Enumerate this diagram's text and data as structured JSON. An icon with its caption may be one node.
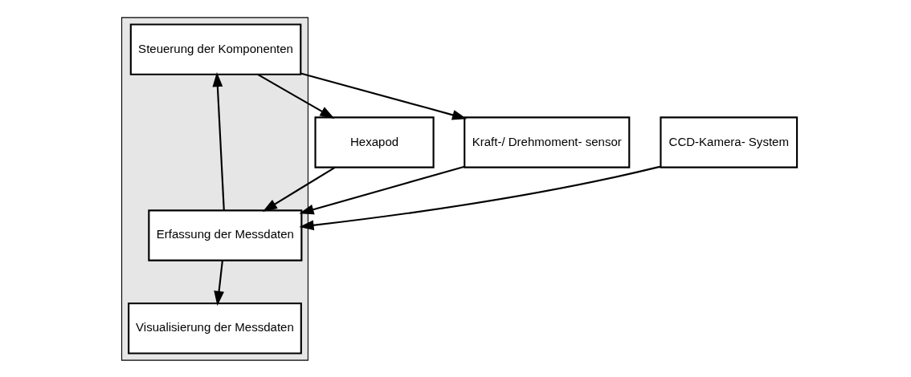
{
  "diagram": {
    "nodes": [
      {
        "text": [],
        "shape": "box"
      },
      {
        "text": [
          "Steuerung der Komponenten"
        ],
        "in": 0
      },
      {
        "text": [
          "Erfassung der Messdaten"
        ],
        "in": 0
      },
      {
        "text": [
          "Visualisierung der Messdaten"
        ],
        "in": 0
      },
      {
        "text": [
          "Hexapod"
        ]
      },
      {
        "text": [
          "Kraft-/ Drehmoment- sensor"
        ]
      },
      {
        "text": [
          "CCD-Kamera- System"
        ]
      }
    ],
    "edges": [
      {
        "from": 1,
        "to": 4,
        "arrow": "to"
      },
      {
        "from": 1,
        "to": 5,
        "arrow": "to"
      },
      {
        "from": 4,
        "to": 2,
        "arrow": "to"
      },
      {
        "from": 5,
        "to": 2,
        "arrow": "to"
      },
      {
        "from": 6,
        "to": 2,
        "arrow": "to"
      },
      {
        "from": 2,
        "to": 1,
        "arrow": "to"
      },
      {
        "from": 2,
        "to": 3,
        "arrow": "to"
      }
    ]
  }
}
